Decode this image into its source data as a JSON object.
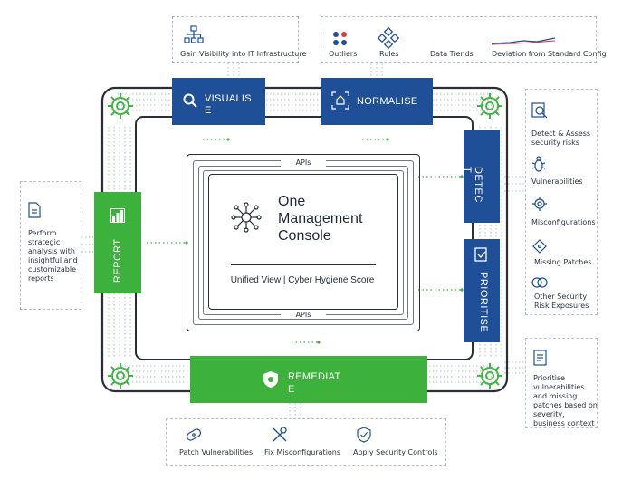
{
  "top_left_panel": {
    "caption": "Gain Visibility into IT Infrastructure"
  },
  "top_right_panel": {
    "items": [
      {
        "label": "Outliers",
        "icon": "outliers-icon"
      },
      {
        "label": "Rules",
        "icon": "rules-icon"
      },
      {
        "label": "Data Trends",
        "icon": "data-trends-icon"
      },
      {
        "label": "Deviation from Standard Config",
        "icon": "deviation-line-icon"
      }
    ]
  },
  "blocks": {
    "visualise": {
      "line1": "VISUALIS",
      "line2": "E"
    },
    "normalise": {
      "label": "NORMALISE"
    },
    "detect": {
      "line1": "DETEC",
      "line2": "T"
    },
    "prioritise": {
      "label": "PRIORITISE"
    },
    "remediate": {
      "line1": "REMEDIAT",
      "line2": "E"
    },
    "report": {
      "label": "REPORT"
    }
  },
  "console": {
    "title_line1": "One",
    "title_line2": "Management",
    "title_line3": "Console",
    "subtitle": "Unified View | Cyber Hygiene Score",
    "api_top": "APIs",
    "api_bottom": "APIs"
  },
  "right_panel_top": {
    "items": [
      {
        "label": "Detect & Assess security risks",
        "icon": "detect-assess-icon"
      },
      {
        "label": "Vulnerabilities",
        "icon": "bug-icon"
      },
      {
        "label": "Misconfigurations",
        "icon": "gear-icon"
      },
      {
        "label": "Missing Patches",
        "icon": "patch-icon"
      },
      {
        "label": "Other Security Risk Exposures",
        "icon": "risk-icon"
      }
    ]
  },
  "right_panel_bottom": {
    "text": "Prioritise vulnerabilities and missing patches based on severity, business context"
  },
  "left_panel": {
    "text": "Perform strategic analysis with insightful and customizable reports"
  },
  "bottom_panel": {
    "items": [
      {
        "label": "Patch Vulnerabilities",
        "icon": "bandage-icon"
      },
      {
        "label": "Fix Misconfigurations",
        "icon": "tools-icon"
      },
      {
        "label": "Apply Security Controls",
        "icon": "shield-check-icon"
      }
    ]
  },
  "colors": {
    "blue": "#1f4f97",
    "green": "#3cb13c",
    "accent_green": "#46b549"
  }
}
